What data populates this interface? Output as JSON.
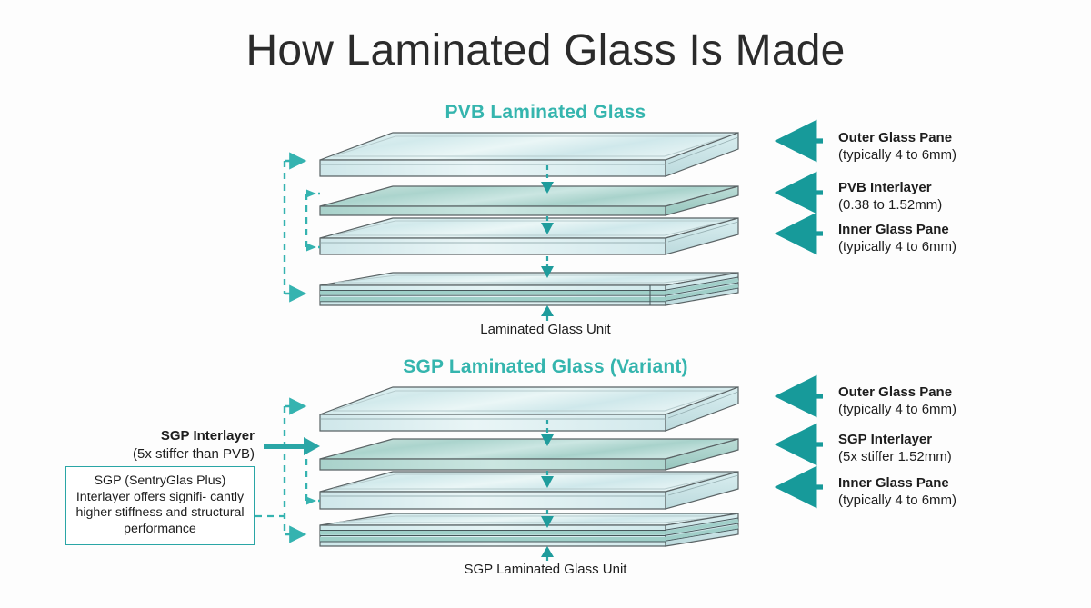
{
  "colors": {
    "teal_arrow": "#179a9a",
    "teal_header": "#35b5ae",
    "glass_fill": "#d7ecef",
    "interlayer_fill": "#b9dcd6",
    "glass_stroke": "#4a5456",
    "text": "#1d1d1d",
    "background": "#fdfdfd"
  },
  "title": "How Laminated Glass Is Made",
  "sections": [
    {
      "id": "pvb",
      "heading": "PVB Laminated Glass",
      "unit_caption": "Laminated Glass Unit",
      "right_labels": [
        {
          "title": "Outer Glass Pane",
          "sub": "(typically 4 to 6mm)"
        },
        {
          "title": "PVB Interlayer",
          "sub": "(0.38 to 1.52mm)"
        },
        {
          "title": "Inner Glass Pane",
          "sub": "(typically 4 to 6mm)"
        }
      ]
    },
    {
      "id": "sgp",
      "heading": "SGP Laminated Glass (Variant)",
      "unit_caption": "SGP Laminated Glass Unit",
      "right_labels": [
        {
          "title": "Outer Glass Pane",
          "sub": "(typically 4 to 6mm)"
        },
        {
          "title": "SGP Interlayer",
          "sub": "(5x stiffer 1.52mm)"
        },
        {
          "title": "Inner Glass Pane",
          "sub": "(typically 4 to 6mm)"
        }
      ],
      "left_label": {
        "title": "SGP Interlayer",
        "sub": "(5x stiffer than PVB)"
      },
      "callout": {
        "line1": "SGP (SentryGlas Plus)",
        "line2": "Interlayer offers signifi-",
        "line3": "cantly higher stiffness and",
        "line4": "structural performance"
      }
    }
  ],
  "icons": {
    "right_arrow": "arrow-left-icon",
    "down_arrow": "arrow-down-dashed-icon",
    "up_arrow": "arrow-up-icon",
    "bracket": "dashed-bracket-icon"
  }
}
